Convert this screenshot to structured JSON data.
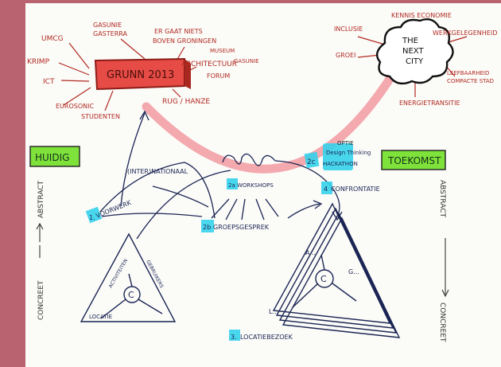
{
  "left_cloud": {
    "center": "GRUNN 2013",
    "words": [
      "UMCG",
      "GASUNIE",
      "GASTERRA",
      "ER GAAT NIETS",
      "BOVEN GRONINGEN",
      "KRIMP",
      "ICT",
      "MUSEUM",
      "ARCHITECTUUR",
      "GASUNIE",
      "FORUM",
      "EUROSONIC",
      "STUDENTEN",
      "RUG / HANZE"
    ]
  },
  "right_cloud": {
    "center_lines": [
      "THE",
      "NEXT",
      "CITY"
    ],
    "words": [
      "INCLUSIE",
      "KENNIS ECONOMIE",
      "WERKGELEGENHEID",
      "GROEI",
      "LEEFBAARHEID",
      "COMPACTE STAD",
      "ENERGIETRANSITIE"
    ]
  },
  "labels": {
    "huidig": "HUIDIG",
    "toekomst": "TOEKOMST",
    "abstract_left": "ABSTRACT",
    "concreet_left": "CONCREET",
    "abstract_right": "ABSTRACT",
    "concreet_right": "CONCREET",
    "international": "(INTER)NATIONAAL",
    "optie": "OPTIE",
    "design_thinking": "Design Thinking",
    "hackathon": "HACKATHON"
  },
  "steps": [
    {
      "num": "1.",
      "label": "VOORWERK"
    },
    {
      "num": "2a",
      "label": "WORKSHOPS"
    },
    {
      "num": "2b",
      "label": "GROEPSGESPREK"
    },
    {
      "num": "2c",
      "label": ""
    },
    {
      "num": "4",
      "label": "CONFRONTATIE"
    },
    {
      "num": "3.",
      "label": "LOCATIEBEZOEK"
    }
  ],
  "triangle_left": {
    "center": "C",
    "sides": [
      "ACTIVITEITEN",
      "GEBRUIKERS",
      "LOCATIE"
    ]
  },
  "triangle_right": {
    "center": "C",
    "corner_labels": [
      "A...",
      "G...",
      "L..."
    ]
  },
  "colors": {
    "border": "#b8636f",
    "red_ink": "#b22a22",
    "blue_ink": "#1b2553",
    "highlight": "#35d3ec",
    "green": "#7fe23a",
    "arrow_pink": "#f2a0a5"
  }
}
